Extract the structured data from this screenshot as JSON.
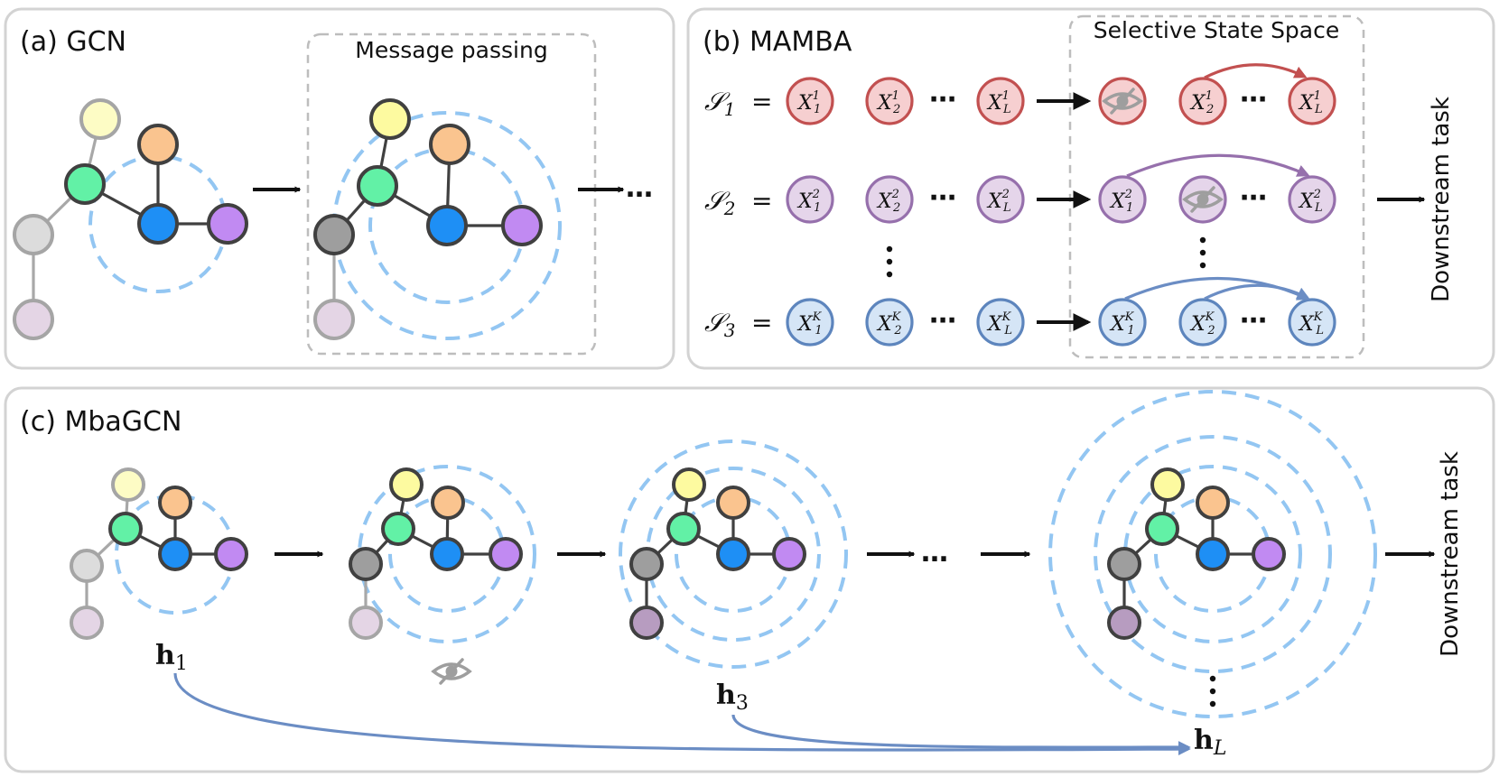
{
  "panels": {
    "gcn": {
      "title": "(a) GCN",
      "message_box_label": "Message passing",
      "continuation": "…"
    },
    "mamba": {
      "title": "(b) MAMBA",
      "box_label": "Selective State Space",
      "downstream": "Downstream task",
      "ellipsis": "⋯",
      "rows": [
        {
          "seq_symbol": "𝒮₁",
          "equals": "=",
          "tokens": [
            "𝒳₁¹",
            "𝒳₂¹",
            "𝒳_L¹"
          ],
          "masked_index": 0
        },
        {
          "seq_symbol": "𝒮₂",
          "equals": "=",
          "tokens": [
            "𝒳₁²",
            "𝒳₂²",
            "𝒳_L²"
          ],
          "masked_index": 1
        },
        {
          "seq_symbol": "𝒮₃",
          "equals": "=",
          "tokens": [
            "𝒳₁ᴷ",
            "𝒳₂ᴷ",
            "𝒳_Lᴷ"
          ],
          "masked_index": -1
        }
      ],
      "token_labels": {
        "row1": [
          "X",
          "1",
          "1",
          "X",
          "2",
          "1",
          "X",
          "L",
          "1"
        ],
        "row2": [
          "X",
          "1",
          "2",
          "X",
          "2",
          "2",
          "X",
          "L",
          "2"
        ],
        "row3": [
          "X",
          "1",
          "K",
          "X",
          "2",
          "K",
          "X",
          "L",
          "K"
        ]
      }
    },
    "mbagcn": {
      "title": "(c) MbaGCN",
      "downstream": "Downstream task",
      "continuation": "…",
      "h1": {
        "base": "h",
        "sub": "1"
      },
      "h3": {
        "base": "h",
        "sub": "3"
      },
      "hL": {
        "base": "h",
        "sub": "L"
      }
    }
  },
  "colors": {
    "node_yellow": "#fdfaa0",
    "node_orange": "#fac48f",
    "node_green": "#62f1a6",
    "node_blue": "#1e8ff5",
    "node_purple": "#c18af2",
    "node_gray": "#9e9e9e",
    "node_lightgray": "#dcdcdc",
    "node_lilac": "#e4d5e5",
    "node_mauve": "#b79cc0",
    "ring_blue": "#93c6f2",
    "row1_fill": "#f6cfd0",
    "row1_stroke": "#c25050",
    "row2_fill": "#e5d5ea",
    "row2_stroke": "#9670ac",
    "row3_fill": "#d5e5f6",
    "row3_stroke": "#5d85bd",
    "arc_red": "#c25050",
    "arc_purple": "#9670ac",
    "arc_blue": "#6b8dc4"
  },
  "icons": [
    "eye-slash-icon",
    "right-arrow-icon",
    "curved-arrow-icon"
  ]
}
